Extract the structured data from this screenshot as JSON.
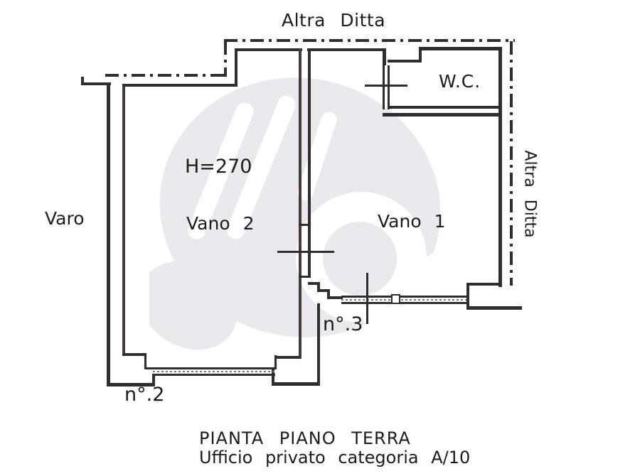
{
  "plan": {
    "boundary_label_top": "Altra Ditta",
    "boundary_label_right": "Altra Ditta",
    "left_label": "Varo",
    "height_annotation": "H=270",
    "rooms": {
      "room2": "Vano 2",
      "room1": "Vano 1",
      "wc": "W.C."
    },
    "openings": {
      "door2": "n°.2",
      "door3": "n°.3"
    }
  },
  "title_block": {
    "line1": "PIANTA PIANO TERRA",
    "line2": "Ufficio privato categoria A/10"
  },
  "colors": {
    "wall": "#2e2e2e",
    "background": "#ffffff",
    "watermark": "#e9eaee"
  }
}
